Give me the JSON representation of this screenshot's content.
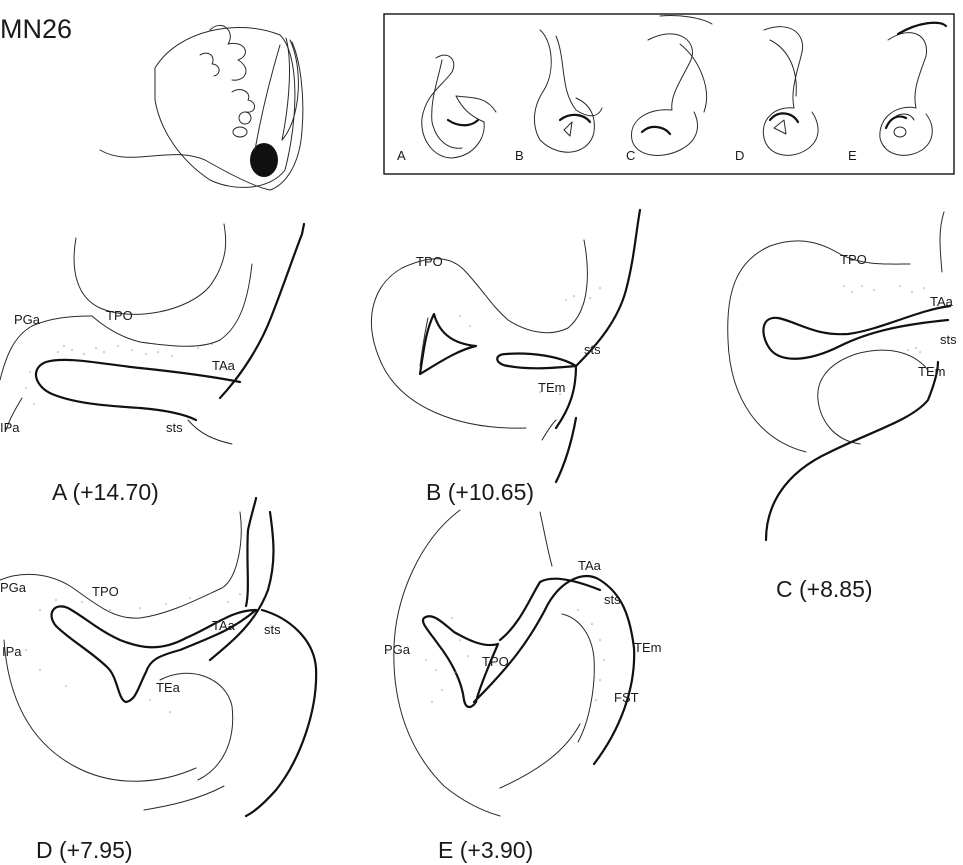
{
  "figure_id": "MN26",
  "key_strip": {
    "labels": [
      "A",
      "B",
      "C",
      "D",
      "E"
    ]
  },
  "sections": [
    {
      "id": "A",
      "caption": "A (+14.70)",
      "areas": [
        "PGa",
        "TPO",
        "TAa",
        "IPa",
        "sts"
      ]
    },
    {
      "id": "B",
      "caption": "B (+10.65)",
      "areas": [
        "TPO",
        "sts",
        "TEm"
      ]
    },
    {
      "id": "C",
      "caption": "C (+8.85)",
      "areas": [
        "TPO",
        "TAa",
        "sts",
        "TEm"
      ]
    },
    {
      "id": "D",
      "caption": "D (+7.95)",
      "areas": [
        "PGa",
        "TPO",
        "TAa",
        "sts",
        "IPa",
        "TEa"
      ]
    },
    {
      "id": "E",
      "caption": "E (+3.90)",
      "areas": [
        "TAa",
        "sts",
        "TEm",
        "PGa",
        "TPO",
        "FST"
      ]
    }
  ],
  "colors": {
    "ink": "#111111",
    "stipple": "#9a9a9a",
    "background": "#ffffff"
  }
}
